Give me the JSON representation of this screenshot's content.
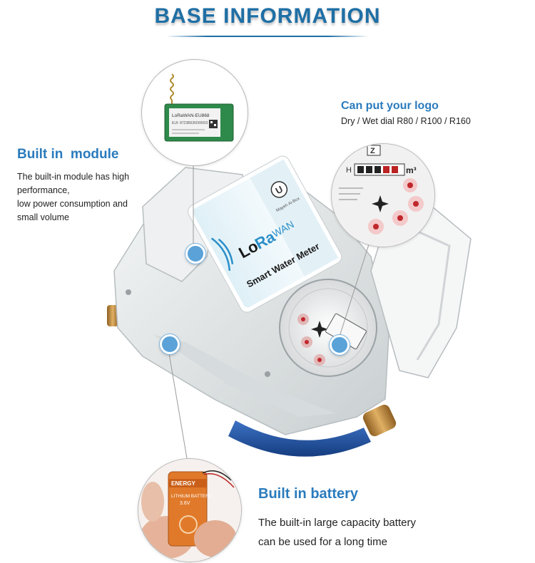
{
  "title": "BASE INFORMATION",
  "features": {
    "module": {
      "heading": "Built in  module",
      "lines": [
        "The built-in module has high",
        "performance,",
        "low power consumption and",
        "small volume"
      ],
      "module_label_line1": "LoRaWAN-EU868",
      "module_label_line2": "EUI: 8723B636000002"
    },
    "logo": {
      "heading": "Can put your logo",
      "text": "Dry / Wet dial R80 / R100 / R160",
      "dial_unit": "m³",
      "dial_h": "H",
      "dial_badge": "Z"
    },
    "battery": {
      "heading": "Built in battery",
      "lines": [
        "The built-in large capacity battery",
        "can be used for a long time"
      ],
      "battery_label": "ENERGY",
      "battery_text": "LITHIUM BATTERY",
      "battery_voltage": "3.6V"
    }
  },
  "meter": {
    "brand_lo": "Lo",
    "brand_ra": "Ra",
    "brand_wan": "WAN",
    "product_name": "Smart Water Meter",
    "logo_char": "U",
    "vendor_text": "Mayeh Ai-Box"
  },
  "colors": {
    "accent": "#2a7bbd",
    "dot": "#5aa2d8",
    "meter_body": "#e8ebec",
    "meter_pipe": "#1e4fa0",
    "brass": "#c08a3c"
  }
}
